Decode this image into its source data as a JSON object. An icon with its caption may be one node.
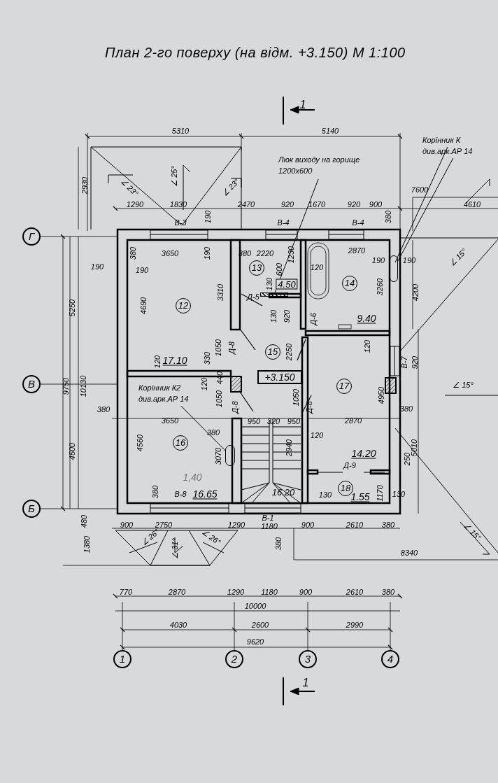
{
  "diagram": {
    "title": "План 2-го поверху (на відм. +3.150) М 1:100",
    "nodes": [
      {
        "text": [
          "Г"
        ]
      },
      {
        "text": [
          "В"
        ]
      },
      {
        "text": [
          "Б"
        ]
      },
      {
        "text": [
          "1"
        ]
      },
      {
        "text": [
          "2"
        ]
      },
      {
        "text": [
          "3"
        ]
      },
      {
        "text": [
          "4"
        ]
      },
      {
        "text": [
          "12"
        ]
      },
      {
        "text": [
          "13"
        ]
      },
      {
        "text": [
          "14"
        ]
      },
      {
        "text": [
          "15"
        ]
      },
      {
        "text": [
          "+3.150"
        ]
      },
      {
        "text": [
          "16"
        ]
      },
      {
        "text": [
          "17"
        ]
      },
      {
        "text": [
          "18"
        ]
      },
      {
        "text": [
          "Люк виходу на горище 1200х600"
        ]
      },
      {
        "text": [],
        "shape": "box"
      },
      {
        "text": [
          "Корінник К2 див.арк.АР 14"
        ]
      },
      {
        "text": [],
        "shape": "circle"
      },
      {
        "text": [
          "Корінник К див.арк.АР 14"
        ]
      },
      {
        "text": [],
        "shape": "circle"
      }
    ],
    "edges": [
      {
        "from": 15,
        "to": 16,
        "arrow": "none"
      },
      {
        "from": 17,
        "to": 18,
        "arrow": "none"
      },
      {
        "from": 19,
        "to": 20,
        "arrow": "none"
      }
    ],
    "labels": [
      "1",
      "5310",
      "5140",
      "2930",
      "∠ 23°",
      "∠ 25°",
      "∠ 23°",
      "7600",
      "1290",
      "1830",
      "2470",
      "920",
      "1670",
      "920",
      "900",
      "4610",
      "В-3",
      "190",
      "В-4",
      "В-4",
      "380",
      "3650",
      "190",
      "380",
      "2220",
      "1230",
      "2870",
      "190",
      "380",
      "190",
      "600",
      "120",
      "190",
      "190",
      "∠ 15°",
      "130",
      "4.50",
      "4690",
      "3310",
      "3260",
      "4200",
      "5250",
      "Д-5",
      "130",
      "920",
      "Д-6",
      "9.40",
      "330",
      "1050",
      "Д-8",
      "2250",
      "120",
      "17.10",
      "120",
      "В-7",
      "920",
      "9750",
      "10130",
      "120",
      "440",
      "1050",
      "∠ 15°",
      "380",
      "3650",
      "Д-8",
      "1050",
      "Д-8",
      "950",
      "320",
      "950",
      "2870",
      "380",
      "4950",
      "4500",
      "4560",
      "380",
      "3070",
      "2940",
      "120",
      "5010",
      "Д-9",
      "250",
      "14.20",
      "1,40",
      "380",
      "В-8",
      "16.65",
      "16.20",
      "1170",
      "130",
      "1.55",
      "130",
      "∠ 15°",
      "В-1",
      "480",
      "900",
      "2750",
      "1290",
      "1180",
      "900",
      "2610",
      "380",
      "1380",
      "∠ 26°",
      "∠ 31°",
      "∠ 26°",
      "380",
      "8340",
      "770",
      "2870",
      "1290",
      "1180",
      "900",
      "2610",
      "380",
      "10000",
      "4030",
      "2600",
      "2990",
      "9620",
      "1"
    ]
  }
}
